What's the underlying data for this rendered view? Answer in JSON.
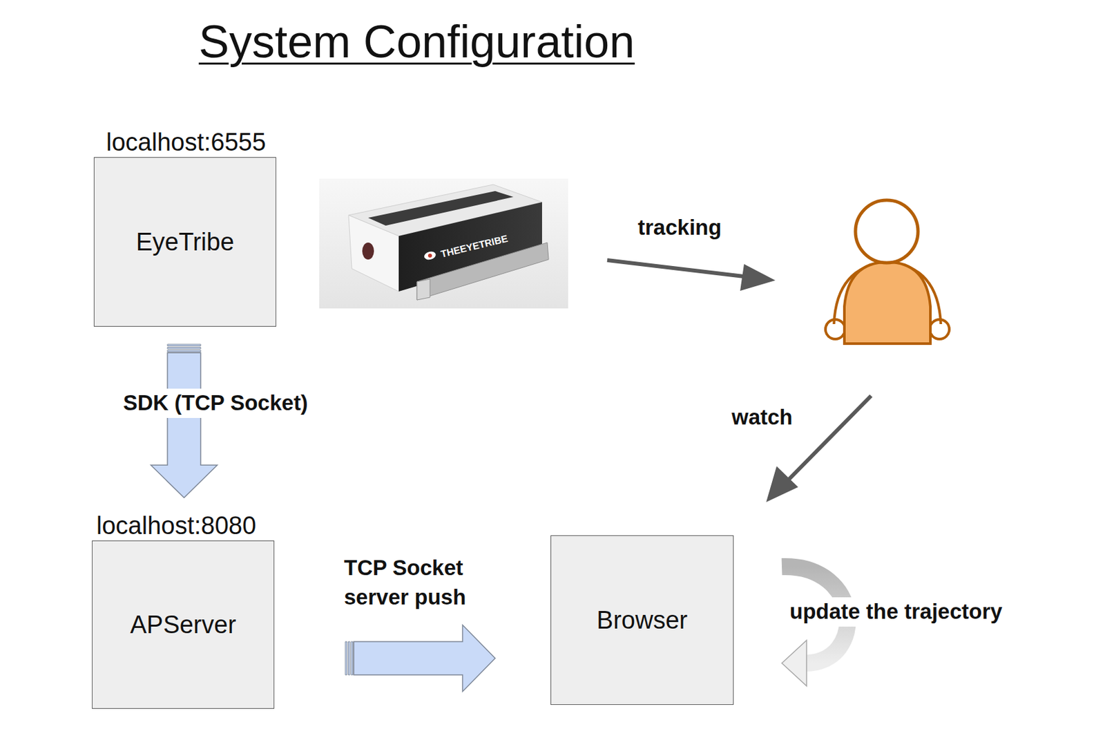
{
  "diagram": {
    "title": "System Configuration",
    "nodes": [
      {
        "text": [
          "localhost:6555",
          "EyeTribe"
        ]
      },
      {
        "text": [
          "localhost:8080",
          "APServer"
        ]
      },
      {
        "text": [
          "Browser"
        ]
      }
    ],
    "edges": [
      {
        "from": 0,
        "to": 1,
        "arrow": "to",
        "label": "SDK (TCP Socket)"
      },
      {
        "from": 1,
        "to": 2,
        "arrow": "to",
        "label": "TCP Socket server push"
      }
    ],
    "labels": [
      "THEEYETRIBE",
      "tracking",
      "watch",
      "update the trajectory"
    ]
  }
}
